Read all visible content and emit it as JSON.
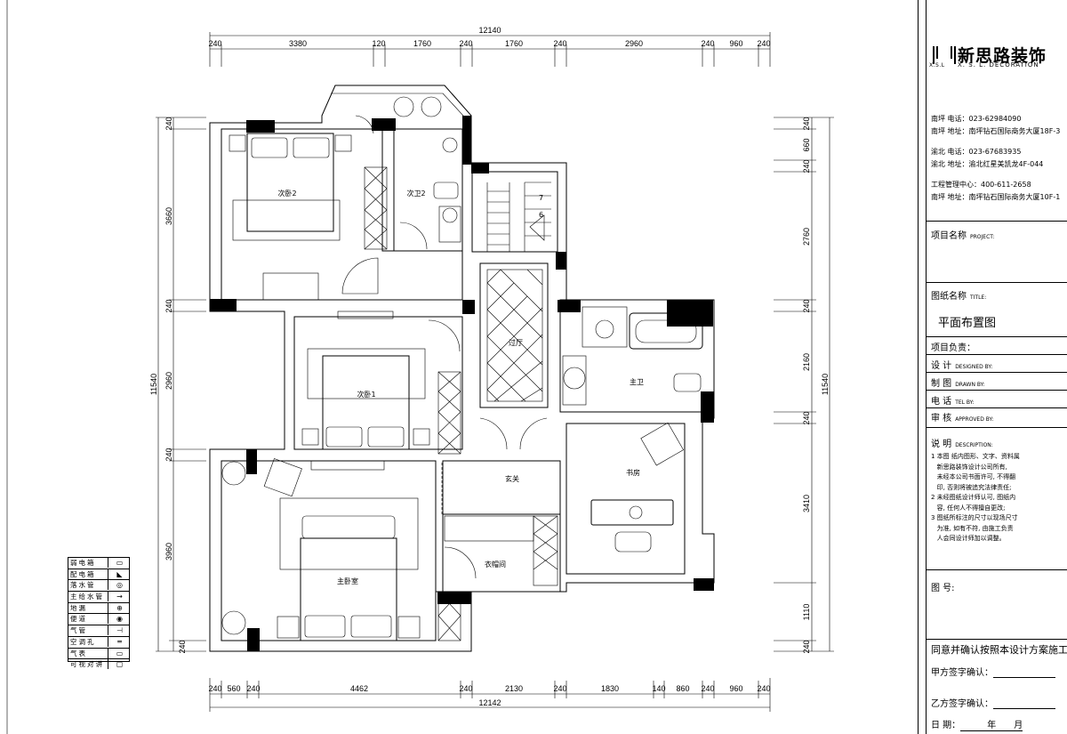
{
  "plan": {
    "dims_top": [
      "12140",
      "240",
      "3380",
      "120",
      "1760",
      "240",
      "1760",
      "240",
      "2960",
      "240",
      "960",
      "240"
    ],
    "dims_bottom": [
      "240",
      "560",
      "240",
      "4462",
      "240",
      "2130",
      "240",
      "1830",
      "140",
      "860",
      "240",
      "960",
      "240",
      "12142"
    ],
    "dims_left": [
      "240",
      "3660",
      "240",
      "2960",
      "11540",
      "240",
      "3960",
      "240"
    ],
    "dims_right": [
      "240",
      "660",
      "240",
      "2760",
      "240",
      "2160",
      "11540",
      "240",
      "3410",
      "1110",
      "240"
    ],
    "rooms": {
      "bed2": "次卧2",
      "bath2": "次卫2",
      "bed1": "次卧1",
      "hall": "过厅",
      "master_bath": "主卫",
      "foyer": "玄关",
      "study": "书房",
      "master_bed": "主卧室",
      "closet": "衣帽间"
    },
    "stair_numbers": [
      "7",
      "6"
    ]
  },
  "legend": [
    {
      "name": "弱电箱",
      "icon": "weak-current-box-icon"
    },
    {
      "name": "配电箱",
      "icon": "distribution-box-icon"
    },
    {
      "name": "落水管",
      "icon": "drain-pipe-icon"
    },
    {
      "name": "主给水管",
      "icon": "water-main-icon"
    },
    {
      "name": "地漏",
      "icon": "floor-drain-icon"
    },
    {
      "name": "便道",
      "icon": "toilet-drain-icon"
    },
    {
      "name": "气管",
      "icon": "gas-pipe-icon"
    },
    {
      "name": "空调孔",
      "icon": "ac-hole-icon"
    },
    {
      "name": "气表",
      "icon": "gas-meter-icon"
    },
    {
      "name": "可视对讲",
      "icon": "video-intercom-icon"
    }
  ],
  "titleblock": {
    "logo_cn": "新思路装饰",
    "logo_abbr": "X.S.L",
    "logo_en": "X. S. L. DECORATION",
    "contacts": [
      "南坪  电话：023-62984090",
      "南坪  地址：南坪钻石国际商务大厦18F-3",
      "渝北  电话：023-67683935",
      "渝北  地址：渝北红星美凯龙4F-044",
      "工程管理中心：400-611-2658",
      "南坪  地址：南坪钻石国际商务大厦10F-1"
    ],
    "project_name_label": "项目名称",
    "project_name_en": "PROJECT:",
    "drawing_name_label": "图纸名称",
    "drawing_name_en": "TITLE:",
    "drawing_name": "平面布置图",
    "project_lead_label": "项目负责：",
    "design_label": "设  计",
    "design_en": "DESIGNED BY:",
    "drawn_label": "制  图",
    "drawn_en": "DRAWN BY:",
    "tel_label": "电  话",
    "tel_en": "TEL BY:",
    "approve_label": "审  核",
    "approve_en": "APPROVED BY:",
    "notes_label": "说  明",
    "notes_en": "DESCRIPTION:",
    "notes": "1 本图 纸内图形、文字、资料属\n   新思路装饰设计公司所有,\n   未经本公司书面许可, 不得翻\n   印, 否则将被追究法律责任;\n2 未经图纸设计师认可, 图纸内\n   容, 任何人不得擅自更改;\n3 图纸所标注的尺寸以现场尺寸\n   为准, 如有不符, 由施工负责\n   人会同设计师加以调整。",
    "drawing_no_label": "图  号:",
    "approval_text": "同意并确认按照本设计方案施工。",
    "party_a": "甲方签字确认：",
    "party_b": "乙方签字确认：",
    "date_label": "日      期：",
    "year": "年",
    "month": "月"
  }
}
